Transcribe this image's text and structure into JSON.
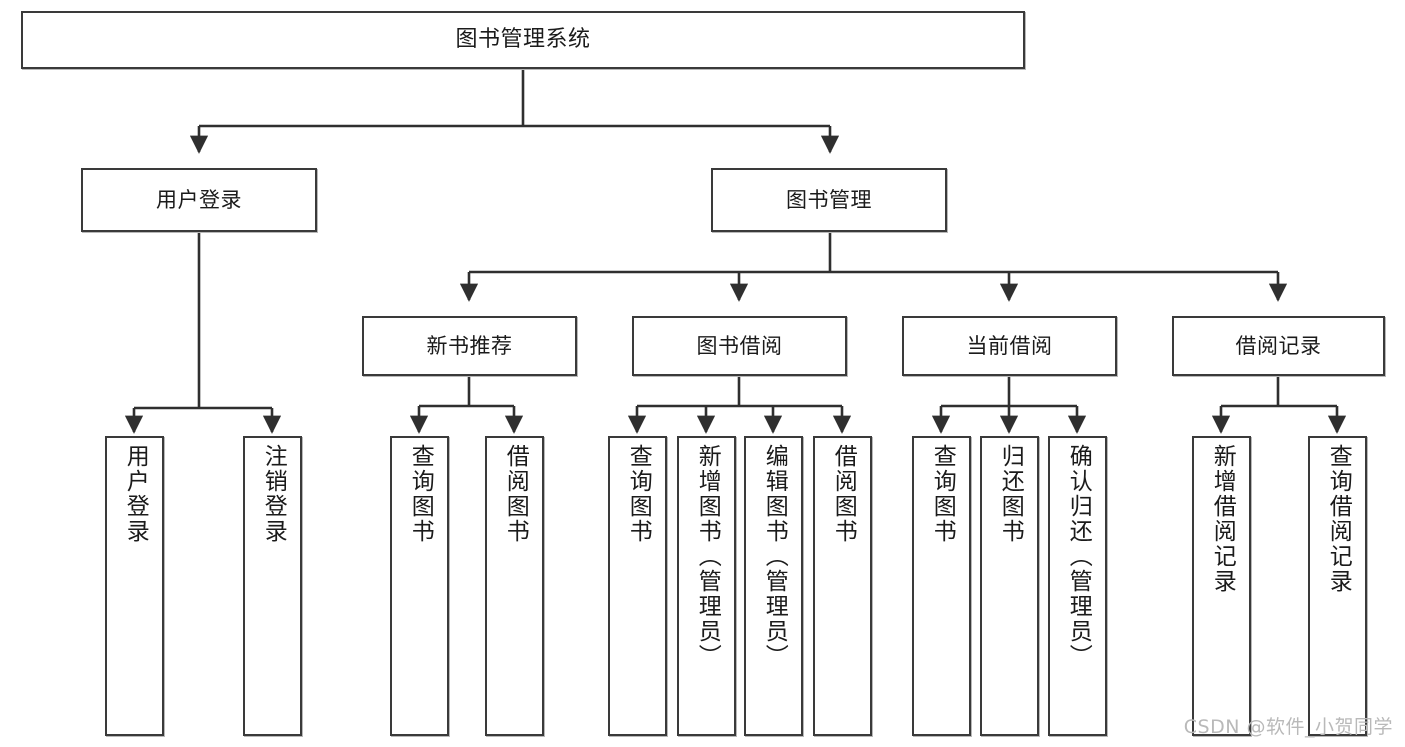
{
  "diagram": {
    "title": "图书管理系统",
    "type": "tree-hierarchy-chart",
    "watermark": "CSDN @软件_小贺同学",
    "colors": {
      "box_border": "#3a3a3a",
      "box_fill": "#ffffff",
      "edge": "#2f2f2f",
      "text": "#1b1b1b",
      "watermark": "#b9b9b9",
      "background": "#ffffff"
    },
    "nodes": {
      "root": {
        "label": "图书管理系统"
      },
      "level2": [
        {
          "id": "user-login",
          "label": "用户登录"
        },
        {
          "id": "book-manage",
          "label": "图书管理"
        }
      ],
      "level3": [
        {
          "id": "new-book-recommend",
          "label": "新书推荐"
        },
        {
          "id": "book-borrow",
          "label": "图书借阅"
        },
        {
          "id": "current-borrow",
          "label": "当前借阅"
        },
        {
          "id": "borrow-record",
          "label": "借阅记录"
        }
      ],
      "leaves": [
        {
          "id": "leaf-user-login",
          "label": "用户登录"
        },
        {
          "id": "leaf-logout-login",
          "label": "注销登录"
        },
        {
          "id": "leaf-query-book-1",
          "label": "查询图书"
        },
        {
          "id": "leaf-borrow-book-1",
          "label": "借阅图书"
        },
        {
          "id": "leaf-query-book-2",
          "label": "查询图书"
        },
        {
          "id": "leaf-add-book",
          "label": "新增图书（管理员）"
        },
        {
          "id": "leaf-edit-book",
          "label": "编辑图书（管理员）"
        },
        {
          "id": "leaf-borrow-book-2",
          "label": "借阅图书"
        },
        {
          "id": "leaf-query-book-3",
          "label": "查询图书"
        },
        {
          "id": "leaf-return-book",
          "label": "归还图书"
        },
        {
          "id": "leaf-confirm-return",
          "label": "确认归还（管理员）"
        },
        {
          "id": "leaf-add-record",
          "label": "新增借阅记录"
        },
        {
          "id": "leaf-query-record",
          "label": "查询借阅记录"
        }
      ]
    }
  }
}
